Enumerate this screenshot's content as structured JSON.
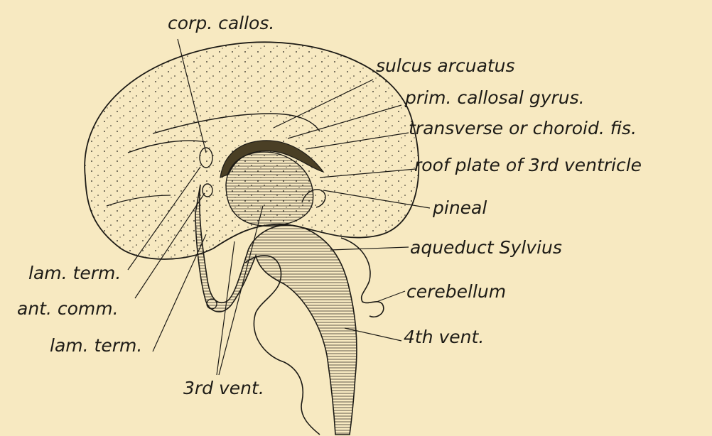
{
  "labels": {
    "corp_callos": "corp. callos.",
    "sulcus_arcuatus": "sulcus arcuatus",
    "prim_callosal_gyrus": "prim. callosal gyrus.",
    "transverse_fis": "transverse or choroid. fis.",
    "roof_plate": "roof plate of 3rd ventricle",
    "pineal": "pineal",
    "aqueduct": "aqueduct Sylvius",
    "cerebellum": "cerebellum",
    "fourth_vent": "4th vent.",
    "lam_term_upper": "lam. term.",
    "ant_comm": "ant. comm.",
    "lam_term_lower": "lam. term.",
    "third_vent": "3rd vent."
  },
  "colors": {
    "paper": "#f7e9c1",
    "ink": "#1d1b16",
    "fissure": "#4a3f25"
  }
}
